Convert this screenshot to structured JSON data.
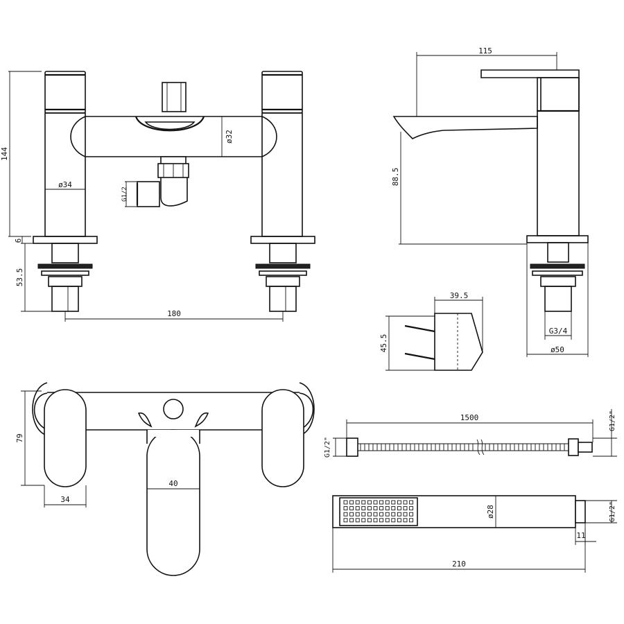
{
  "drawing": {
    "bath_filler_front": {
      "height": "144",
      "body_diameter": "ø32",
      "pillar_diameter": "ø34",
      "outlet_thread": "G1/2",
      "plate": "6",
      "shank": "53.5",
      "centres": "180"
    },
    "basin_mixer_side": {
      "reach": "115",
      "spout_height": "88.5",
      "shank_thread": "G3/4",
      "base_diameter": "ø50"
    },
    "wall_bracket": {
      "width": "39.5",
      "height": "45.5"
    },
    "bath_filler_top": {
      "depth": "79",
      "pillar_width": "34",
      "lever_width": "40"
    },
    "shower_hose": {
      "length": "1500",
      "left_thread": "G1/2\"",
      "right_thread": "G1/2\""
    },
    "hand_shower": {
      "diameter": "ø28",
      "length": "210",
      "connector": "11",
      "thread": "G1/2\""
    }
  }
}
